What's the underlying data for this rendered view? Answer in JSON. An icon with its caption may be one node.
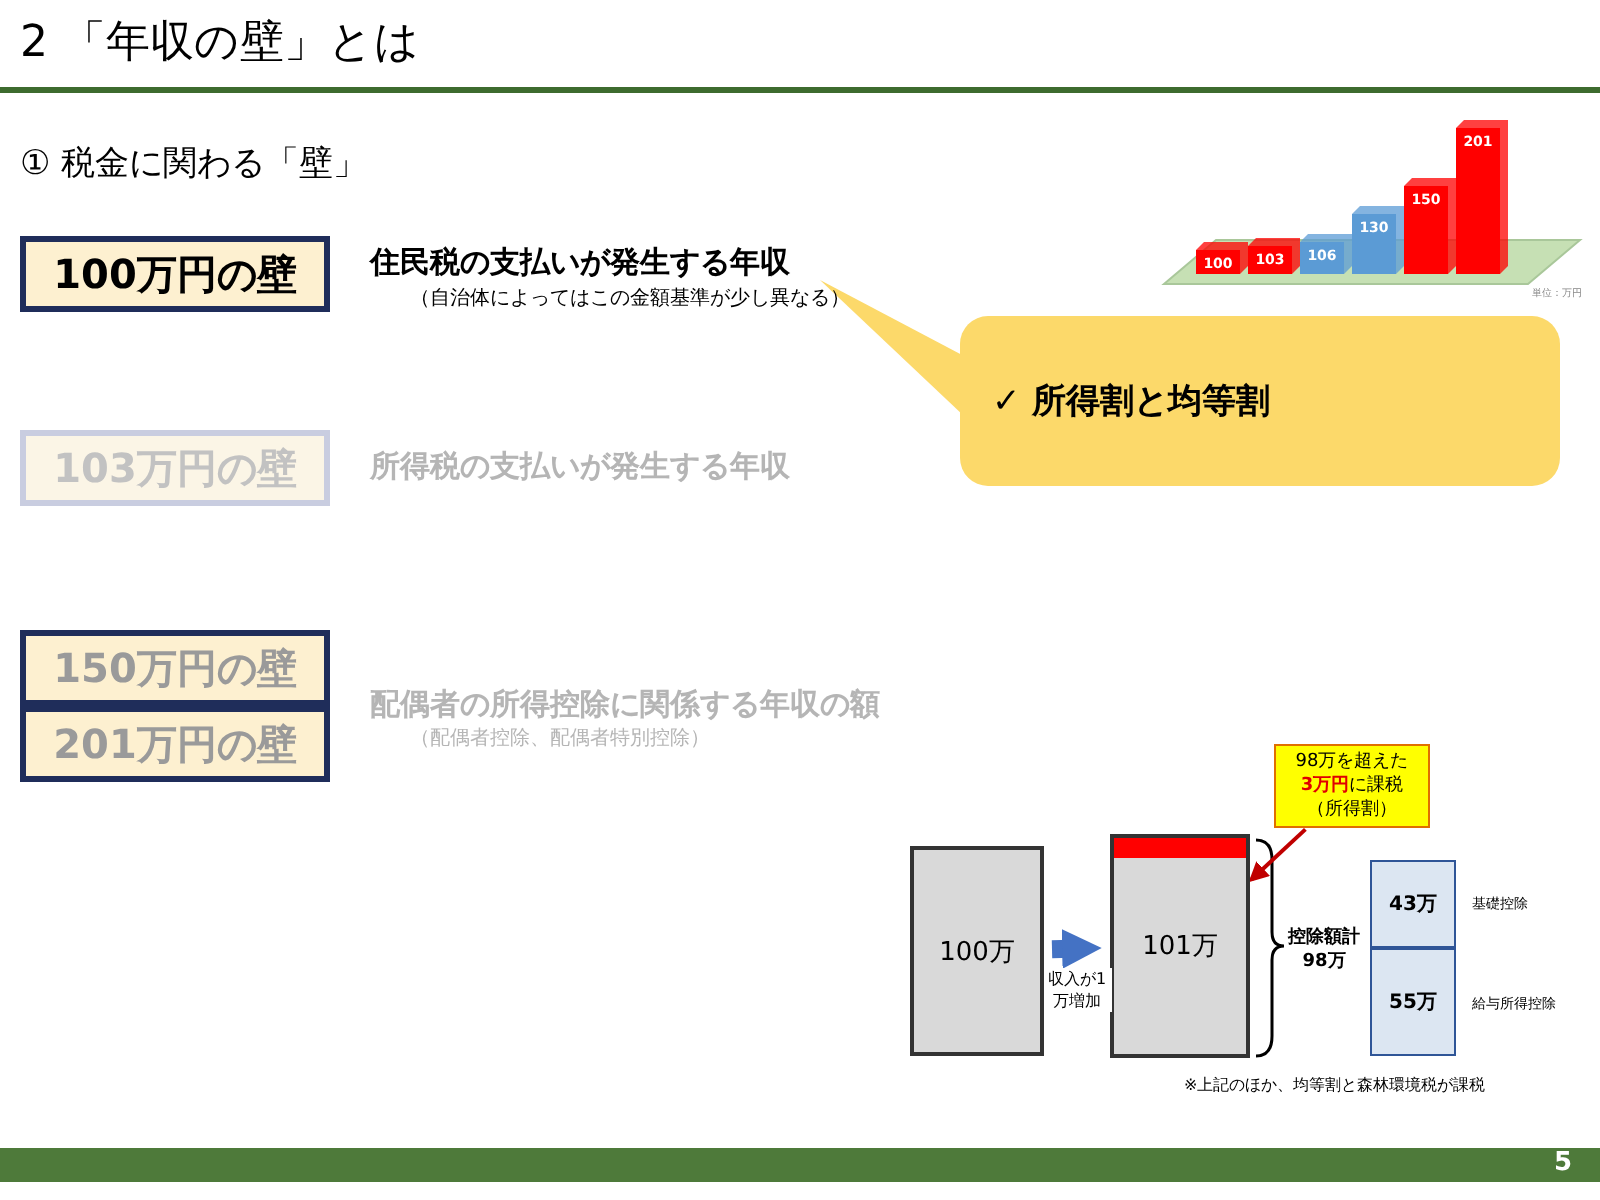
{
  "diagram": {
    "title": "2 「年収の壁」とは",
    "nodes": [
      {
        "text": [
          "100万円の壁"
        ],
        "beside": [
          "住民税の支払いが発生する年収",
          "（自治体によってはこの金額基準が少し異なる）"
        ]
      },
      {
        "text": [
          "✓ 所得割と均等割"
        ]
      },
      {
        "text": [
          "103万円の壁"
        ],
        "beside": [
          "所得税の支払いが発生する年収"
        ]
      },
      {
        "text": [
          "150万円の壁"
        ]
      },
      {
        "text": [
          "201万円の壁"
        ],
        "beside": [
          "配偶者の所得控除に関係する年収の額",
          "（配偶者控除、配偶者特別控除）"
        ]
      },
      {
        "text": [
          "100万"
        ]
      },
      {
        "text": [
          "101万"
        ]
      },
      {
        "text": [
          "98万を超えた**3万円**に課税（所得割）"
        ]
      },
      {
        "text": [
          "43万"
        ],
        "beside": [
          "基礎控除"
        ]
      },
      {
        "text": [
          "55万"
        ],
        "beside": [
          "給与所得控除"
        ]
      }
    ],
    "edges": [
      {
        "from": 5,
        "to": 6,
        "arrow": "to",
        "label": "収入が1万増加",
        "style": "thick",
        "color": "#4472c4"
      },
      {
        "from": 7,
        "to": 6,
        "arrow": "to",
        "color": "#c00000"
      }
    ],
    "labels": [
      "① 税金に関わる「壁」",
      "単位：万円",
      "控除額計98万",
      "※上記のほか、均等割と森林環境税が課税",
      "5",
      "100",
      "103",
      "106",
      "130",
      "150",
      "201"
    ]
  }
}
